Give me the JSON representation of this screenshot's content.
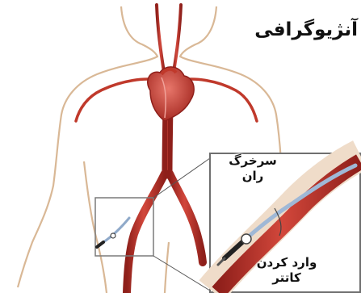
{
  "diagram": {
    "title": "آنژیوگرافی",
    "labels": {
      "femoral_artery_line1": "سرخرگ",
      "femoral_artery_line2": "ران",
      "catheter_insertion_line1": "وارد کردن",
      "catheter_insertion_line2": "کاتتر"
    },
    "colors": {
      "skin_outline": "#d9b896",
      "artery_red": "#c0392b",
      "artery_dark": "#8e1f1a",
      "heart": "#c7453a",
      "catheter": "#8fa9c9",
      "inset_border": "#7a7a7a",
      "text": "#111111"
    }
  }
}
